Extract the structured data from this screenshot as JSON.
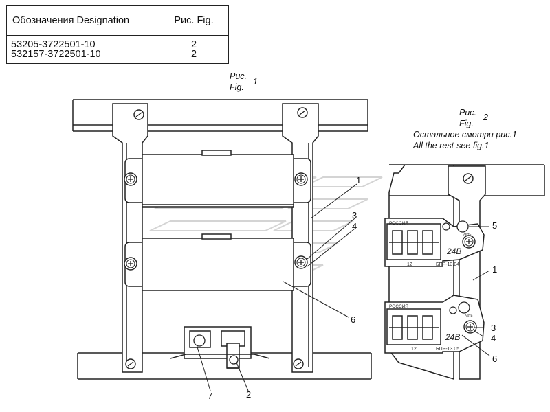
{
  "table": {
    "header": {
      "designation": "Обозначения Designation",
      "figure": "Рис. Fig."
    },
    "rows": [
      {
        "designation": "53205-3722501-10",
        "figure": "2"
      },
      {
        "designation": "532157-3722501-10",
        "figure": "2"
      }
    ]
  },
  "fig1": {
    "label_ru": "Рис.",
    "label_en": "Fig.",
    "number": "1"
  },
  "fig2": {
    "label_ru": "Рис.",
    "label_en": "Fig.",
    "number": "2",
    "note_ru": "Остальное смотри рис.1",
    "note_en": "All the rest-see fig.1"
  },
  "callouts_fig1": [
    "1",
    "3",
    "4",
    "6",
    "7",
    "2"
  ],
  "callouts_fig2": [
    "5",
    "1",
    "3",
    "4",
    "6"
  ],
  "blocks": [
    {
      "brand": "РОССИЯ",
      "voltage": "24В",
      "model": "БПР-13.04",
      "rating": "12"
    },
    {
      "brand": "РОССИЯ",
      "voltage": "24В",
      "model": "БПР-13.05",
      "rating": "12"
    }
  ],
  "fuse_mark": "АВТЬ"
}
